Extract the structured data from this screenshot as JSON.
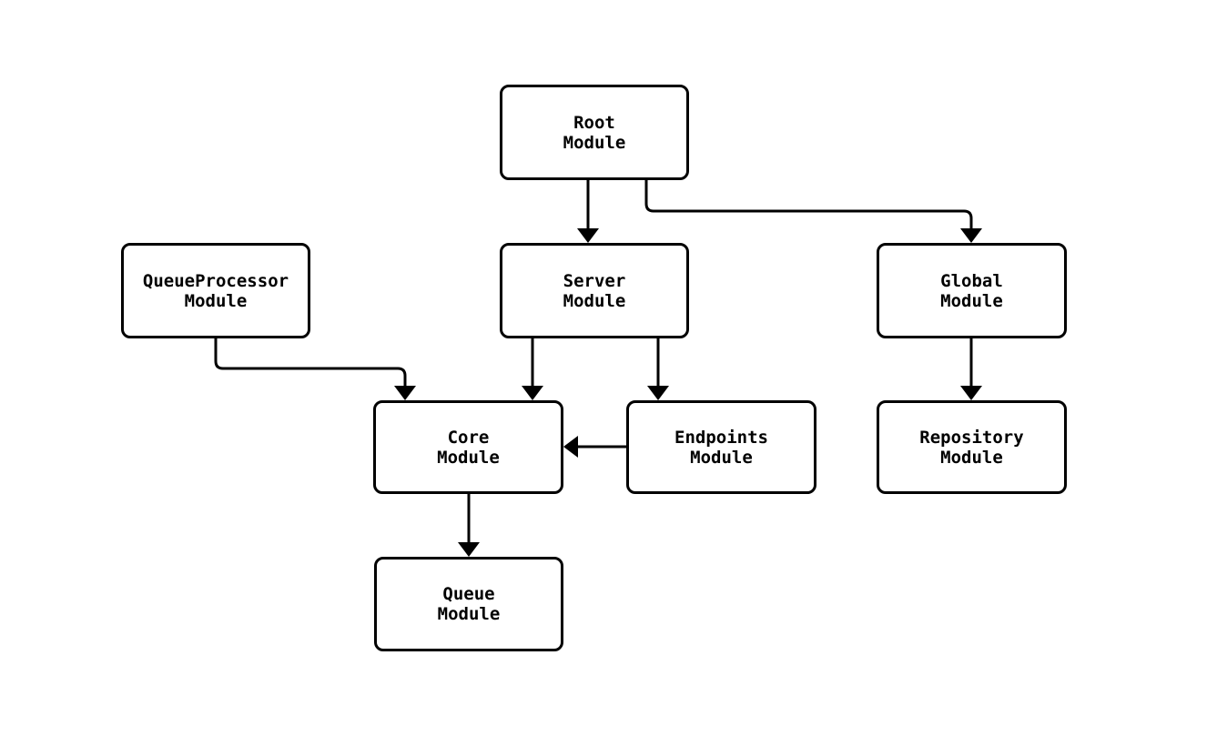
{
  "diagram": {
    "background_color": "#ffffff",
    "stroke_color": "#000000",
    "text_color": "#000000",
    "nodes": [
      {
        "id": "root",
        "label": "Root\nModule"
      },
      {
        "id": "queueprocessor",
        "label": "QueueProcessor\nModule"
      },
      {
        "id": "server",
        "label": "Server\nModule"
      },
      {
        "id": "global",
        "label": "Global\nModule"
      },
      {
        "id": "core",
        "label": "Core\nModule"
      },
      {
        "id": "endpoints",
        "label": "Endpoints\nModule"
      },
      {
        "id": "repository",
        "label": "Repository\nModule"
      },
      {
        "id": "queue",
        "label": "Queue\nModule"
      }
    ],
    "edges": [
      {
        "from": "Root Module",
        "to": "Server Module"
      },
      {
        "from": "Root Module",
        "to": "Global Module"
      },
      {
        "from": "QueueProcessor Module",
        "to": "Core Module"
      },
      {
        "from": "Server Module",
        "to": "Core Module"
      },
      {
        "from": "Server Module",
        "to": "Endpoints Module"
      },
      {
        "from": "Endpoints Module",
        "to": "Core Module"
      },
      {
        "from": "Global Module",
        "to": "Repository Module"
      },
      {
        "from": "Core Module",
        "to": "Queue Module"
      }
    ]
  }
}
